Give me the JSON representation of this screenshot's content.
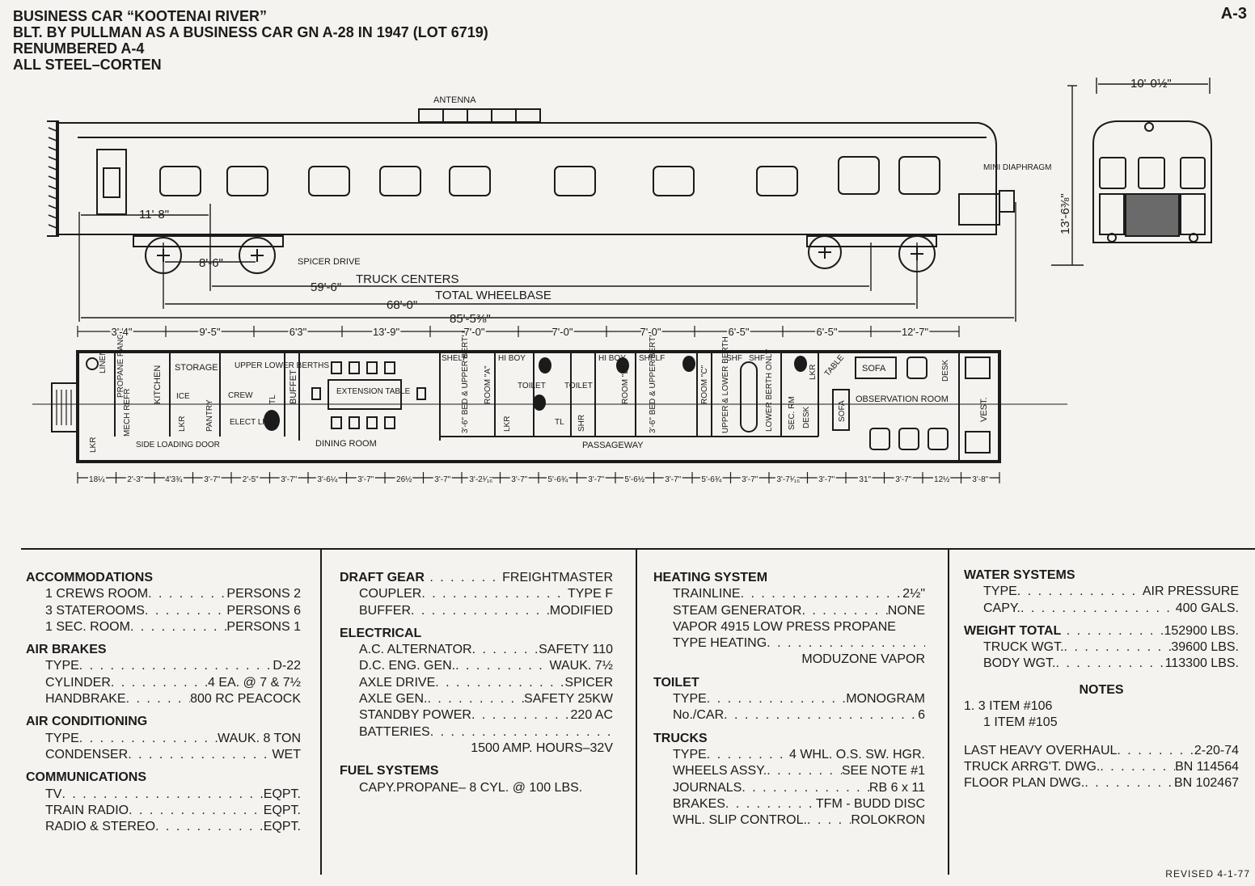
{
  "header": {
    "line1": "BUSINESS CAR “KOOTENAI RIVER”",
    "line2": "BLT. BY PULLMAN AS A BUSINESS CAR GN A-28 IN 1947 (LOT 6719)",
    "line3": "RENUMBERED A-4",
    "line4": "ALL STEEL–CORTEN",
    "sheet": "A-3"
  },
  "elevation": {
    "antenna": "ANTENNA",
    "mini_diaphragm": "MINI DIAPHRAGM",
    "spicer_drive": "SPICER DRIVE",
    "dim_11_8": "11'-8\"",
    "dim_8_6": "8'-6\"",
    "dim_truck_centers_value": "59'-6\"",
    "dim_truck_centers_label": "TRUCK CENTERS",
    "dim_wheelbase_value": "68'-0\"",
    "dim_wheelbase_label": "TOTAL WHEELBASE",
    "dim_width": "10'-0½\"",
    "dim_height": "13'-6⅜\"",
    "dim_total_length": "85'-5⅜\""
  },
  "plan": {
    "top_dims": [
      "3'-4\"",
      "9'-5\"",
      "6'3\"",
      "13'-9\"",
      "7'-0\"",
      "7'-0\"",
      "7'-0\"",
      "6'-5\"",
      "6'-5\"",
      "12'-7\""
    ],
    "bottom_dims": [
      "18¼",
      "2'-3\"",
      "4'3¾",
      "3'-7\"",
      "2'-5\"",
      "3'-7\"",
      "3'-6¼",
      "3'-7\"",
      "26½",
      "3'-7\"",
      "3'-2¹⁄₁₆",
      "3'-7\"",
      "5'-6¾",
      "3'-7\"",
      "5'-6½",
      "3'-7\"",
      "5'-6¾",
      "3'-7\"",
      "3'-7¹⁄₁₆",
      "3'-7\"",
      "31\"",
      "3'-7\"",
      "12½",
      "3'-8\""
    ],
    "rooms": {
      "linen": "LINEN",
      "propane_range": "PROPANE RANGE",
      "kitchen": "KITCHEN",
      "storage": "STORAGE",
      "ice": "ICE",
      "pantry": "PANTRY",
      "mech_refr": "MECH REFR",
      "lkr": "LKR",
      "upper_lower_berths": "UPPER LOWER BERTHS",
      "crew": "CREW",
      "tl": "TL",
      "elect_lkr": "ELECT LKR",
      "buffet": "BUFFET",
      "side_loading_door": "SIDE LOADING DOOR",
      "extension_table": "EXTENSION TABLE",
      "dining_room": "DINING ROOM",
      "shelf": "SHELF",
      "bed_upper_berth": "3'-6\" BED & UPPER BERTH",
      "room_a": "ROOM \"A\"",
      "hi_boy": "HI BOY",
      "toilet": "TOILET",
      "shr": "SHR",
      "room_b": "ROOM \"B\"",
      "passageway": "PASSAGEWAY",
      "room_c": "ROOM \"C\"",
      "upper_lower_berth": "UPPER & LOWER BERTH",
      "shf": "SHF",
      "lower_berth_only": "LOWER BERTH ONLY",
      "sec_rm": "SEC. RM",
      "desk": "DESK",
      "table": "TABLE",
      "sofa": "SOFA",
      "observation_room": "OBSERVATION ROOM",
      "vest": "VEST."
    }
  },
  "specs": {
    "col1": [
      {
        "head": "ACCOMMODATIONS",
        "rows": [
          {
            "k": "1 CREWS ROOM",
            "v": "PERSONS 2"
          },
          {
            "k": "3 STATEROOMS",
            "v": "PERSONS 6"
          },
          {
            "k": "1 SEC. ROOM",
            "v": "PERSONS 1"
          }
        ]
      },
      {
        "head": "AIR BRAKES",
        "rows": [
          {
            "k": "TYPE",
            "v": "D-22"
          },
          {
            "k": "CYLINDER",
            "v": "4 EA. @ 7 & 7½"
          },
          {
            "k": "HANDBRAKE",
            "v": "800 RC PEACOCK"
          }
        ]
      },
      {
        "head": "AIR CONDITIONING",
        "rows": [
          {
            "k": "TYPE",
            "v": "WAUK. 8 TON"
          },
          {
            "k": "CONDENSER",
            "v": "WET"
          }
        ]
      },
      {
        "head": "COMMUNICATIONS",
        "rows": [
          {
            "k": "TV",
            "v": "EQPT."
          },
          {
            "k": "TRAIN RADIO",
            "v": "EQPT."
          },
          {
            "k": "RADIO & STEREO",
            "v": "EQPT."
          }
        ]
      }
    ],
    "col2": {
      "draft_gear": {
        "k": "DRAFT GEAR",
        "v": "FREIGHTMASTER"
      },
      "draft_rows": [
        {
          "k": "COUPLER",
          "v": "TYPE F"
        },
        {
          "k": "BUFFER",
          "v": "MODIFIED"
        }
      ],
      "electrical_head": "ELECTRICAL",
      "electrical_rows": [
        {
          "k": "A.C. ALTERNATOR",
          "v": "SAFETY 110"
        },
        {
          "k": "D.C. ENG. GEN.",
          "v": "WAUK. 7½"
        },
        {
          "k": "AXLE DRIVE",
          "v": "SPICER"
        },
        {
          "k": "AXLE GEN.",
          "v": "SAFETY 25KW"
        },
        {
          "k": "STANDBY POWER",
          "v": "220 AC"
        },
        {
          "k": "BATTERIES",
          "v": ""
        }
      ],
      "batteries_value": "1500 AMP. HOURS–32V",
      "fuel_head": "FUEL SYSTEMS",
      "fuel_value": "CAPY.PROPANE– 8 CYL. @ 100 LBS."
    },
    "col3": {
      "heating_head": "HEATING SYSTEM",
      "heating_rows": [
        {
          "k": "TRAINLINE",
          "v": "2½\""
        },
        {
          "k": "STEAM GENERATOR",
          "v": "NONE"
        }
      ],
      "vapor_line": "VAPOR 4915 LOW PRESS PROPANE",
      "type_heating": {
        "k": "TYPE HEATING",
        "v": ""
      },
      "type_heating_value": "MODUZONE VAPOR",
      "toilet_head": "TOILET",
      "toilet_rows": [
        {
          "k": "TYPE",
          "v": "MONOGRAM"
        },
        {
          "k": "No./CAR",
          "v": "6"
        }
      ],
      "trucks_head": "TRUCKS",
      "trucks_rows": [
        {
          "k": "TYPE",
          "v": "4 WHL. O.S. SW. HGR."
        },
        {
          "k": "WHEELS ASSY.",
          "v": "SEE NOTE #1"
        },
        {
          "k": "JOURNALS",
          "v": "RB 6 x 11"
        },
        {
          "k": "BRAKES",
          "v": "TFM - BUDD DISC"
        },
        {
          "k": "WHL. SLIP CONTROL.",
          "v": "ROLOKRON"
        }
      ]
    },
    "col4": {
      "water_head": "WATER SYSTEMS",
      "water_rows": [
        {
          "k": "TYPE",
          "v": "AIR PRESSURE"
        },
        {
          "k": "CAPY.",
          "v": "400 GALS."
        }
      ],
      "weight_total": {
        "k": "WEIGHT TOTAL",
        "v": "152900 LBS."
      },
      "weight_rows": [
        {
          "k": "TRUCK WGT.",
          "v": "39600 LBS."
        },
        {
          "k": "BODY WGT.",
          "v": "113300 LBS."
        }
      ],
      "notes_head": "NOTES",
      "note1_a": "1. 3 ITEM #106",
      "note1_b": "1 ITEM #105",
      "bottom_rows": [
        {
          "k": "LAST HEAVY OVERHAUL",
          "v": "2-20-74"
        },
        {
          "k": "TRUCK ARRG'T. DWG.",
          "v": "BN 114564"
        },
        {
          "k": "FLOOR PLAN DWG.",
          "v": "BN 102467"
        }
      ]
    },
    "revised": "REVISED 4-1-77"
  }
}
